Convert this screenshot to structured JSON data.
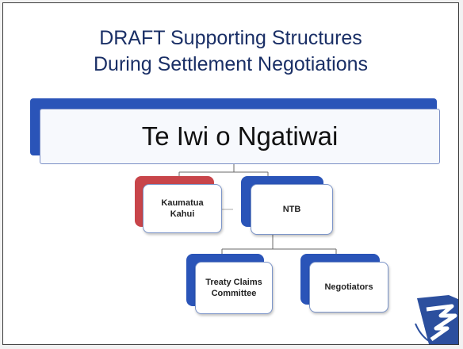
{
  "slide": {
    "title": "DRAFT Supporting Structures\nDuring Settlement Negotiations"
  },
  "orgchart": {
    "root": "Te Iwi o Ngatiwai",
    "kaumatua": "Kaumatua\nKahui",
    "ntb": "NTB",
    "treaty": "Treaty Claims\nCommittee",
    "negotiators": "Negotiators"
  },
  "colors": {
    "title": "#1a2f66",
    "accent_blue": "#2a54b8",
    "accent_red": "#c8454a",
    "node_border": "#7c95c9"
  },
  "logo": {
    "icon": "ngatiwai-trust-board-logo-icon"
  }
}
